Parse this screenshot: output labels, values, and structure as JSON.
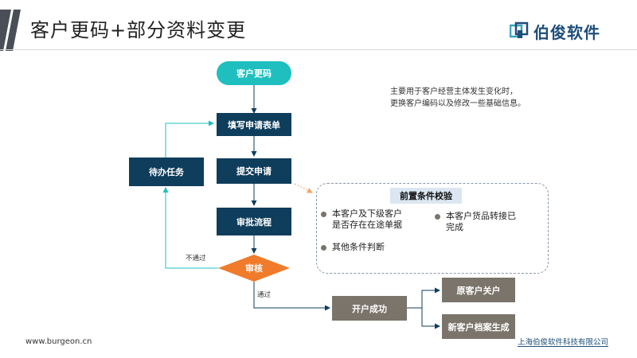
{
  "header": {
    "title": "客户更码+部分资料变更",
    "logo_text": "伯俊软件"
  },
  "note": {
    "line1": "主要用于客户经营主体发生变化时，",
    "line2": "更换客户编码以及修改一些基础信息。"
  },
  "flow": {
    "start": "客户更码",
    "fill_form": "填写申请表单",
    "submit": "提交申请",
    "approval_process": "审批流程",
    "review": "审核",
    "todo": "待办任务",
    "open_success": "开户成功",
    "close_old": "原客户关户",
    "new_archive": "新客户档案生成",
    "label_reject": "不通过",
    "label_pass": "通过"
  },
  "precheck": {
    "title": "前置条件校验",
    "item1_line1": "本客户及下级客户",
    "item1_line2": "是否存在在途单据",
    "item2_line1": "本客户货品转接已",
    "item2_line2": "完成",
    "item3": "其他条件判断"
  },
  "footer": {
    "website": "www.burgeon.cn",
    "company": "上海伯俊软件科技有限公司"
  },
  "colors": {
    "navy": "#0f3d5c",
    "teal": "#1fbfbf",
    "orange": "#f07b2a",
    "gray": "#7b746b",
    "brand_blue": "#1f4e79"
  }
}
